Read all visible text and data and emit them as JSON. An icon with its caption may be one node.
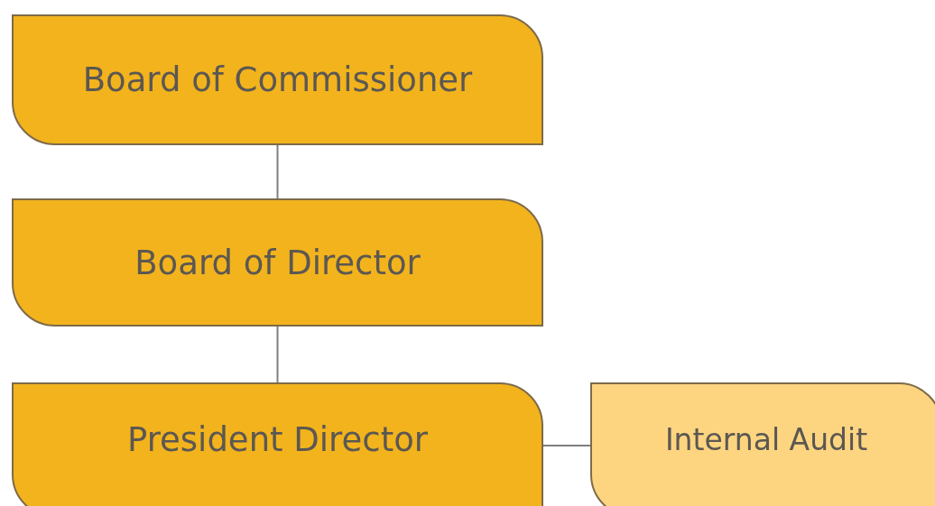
{
  "diagram": {
    "nodes": [
      {
        "text": [
          "Board of Commissioner"
        ]
      },
      {
        "text": [
          "Board of Director"
        ]
      },
      {
        "text": [
          "President Director"
        ]
      },
      {
        "text": [
          "Internal Audit"
        ]
      }
    ],
    "edges": [
      {
        "from": 0,
        "to": 1,
        "arrow": "none"
      },
      {
        "from": 1,
        "to": 2,
        "arrow": "none"
      },
      {
        "from": 2,
        "to": 3,
        "arrow": "none"
      }
    ]
  }
}
